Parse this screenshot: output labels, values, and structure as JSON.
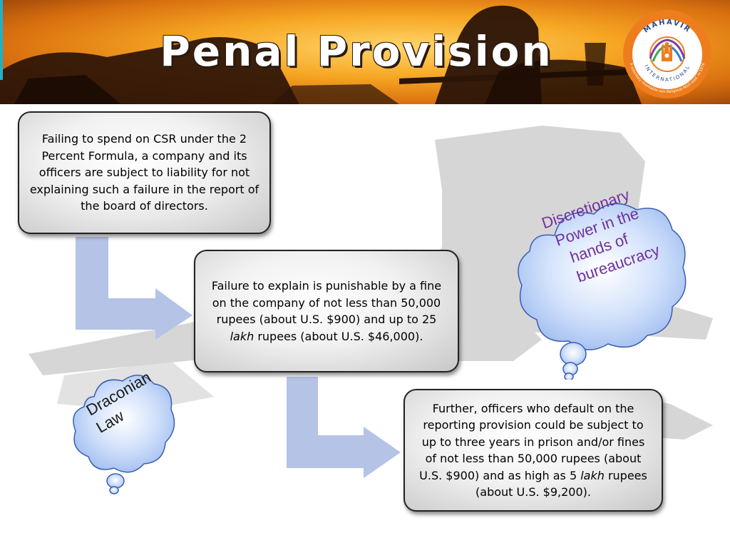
{
  "slide": {
    "title": "Penal Provision"
  },
  "logo": {
    "name": "MAHAVIR",
    "sub": "INTERNATIONAL",
    "tagline": "A voluntary charitable non Religious NGO estd. in 1976"
  },
  "boxes": {
    "box1": "Failing to spend on CSR under the 2 Percent Formula, a company and its officers are subject to liability for not explaining such a failure in the report of the board of directors.",
    "box2_part1": "Failure to explain is punishable by a fine on the company of not less than 50,000 rupees (about U.S. $900) and up to 25 ",
    "box2_italic": "lakh",
    "box2_part2": " rupees (about U.S. $46,000).",
    "box3_part1": "Further, officers who default on the reporting provision could be subject to up to three years in prison and/or fines of not less than 50,000 rupees (about U.S. $900) and as high as 5 ",
    "box3_italic": "lakh",
    "box3_part2": " rupees (about U.S. $9,200)."
  },
  "clouds": {
    "cloud1": [
      "Discretionary",
      "Power in the",
      "hands of",
      "bureaucracy"
    ],
    "cloud2": [
      "Draconian",
      "Law"
    ]
  },
  "colors": {
    "accent_orange": "#f6a623",
    "arrow_fill": "#b4c3e6",
    "cloud_text": "#7030a0",
    "cloud_fill": "#a9c4f5"
  }
}
